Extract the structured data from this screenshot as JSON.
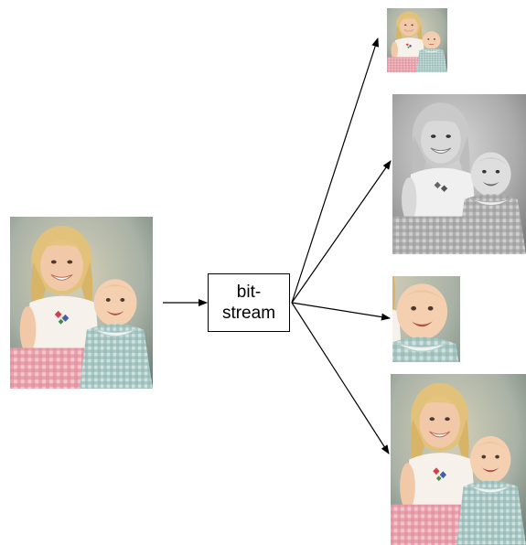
{
  "bitstream_box": {
    "line1": "bit-",
    "line2": "stream"
  },
  "photos": {
    "source": {
      "name": "source-photo",
      "variant": "full-color"
    },
    "outputs": [
      {
        "name": "output-low-resolution-photo",
        "variant": "small-color"
      },
      {
        "name": "output-grayscale-photo",
        "variant": "grayscale"
      },
      {
        "name": "output-cropped-baby-photo",
        "variant": "cropped-baby"
      },
      {
        "name": "output-full-quality-photo",
        "variant": "full-color"
      }
    ]
  },
  "colors": {
    "arrow": "#000000",
    "box_border": "#000000",
    "background": "#ffffff"
  }
}
